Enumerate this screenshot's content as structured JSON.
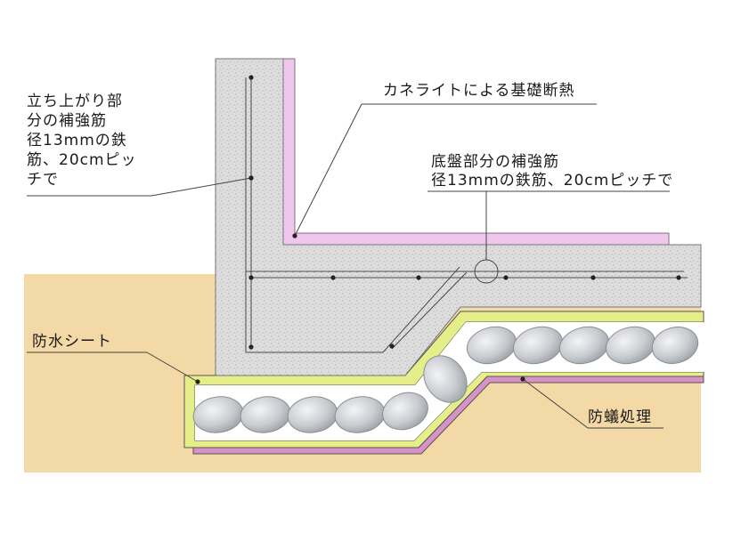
{
  "colors": {
    "ground": "#f2d9a6",
    "concrete": "#dcdcdc",
    "insulation": "#f0c6ee",
    "termite": "#d892c8",
    "waterproof": "#e6ee8a",
    "leader": "#444444",
    "rebar": "#3a3a3a"
  },
  "labels": {
    "wall_rebar": [
      "立ち上がり部",
      "分の補強筋",
      "径13mmの鉄",
      "筋、20cmピッ",
      "チで"
    ],
    "insulation": "カネライトによる基礎断熱",
    "slab_rebar": [
      "底盤部分の補強筋",
      "径13mmの鉄筋、20cmピッチで"
    ],
    "waterproof": "防水シート",
    "termite": "防蟻処理"
  }
}
